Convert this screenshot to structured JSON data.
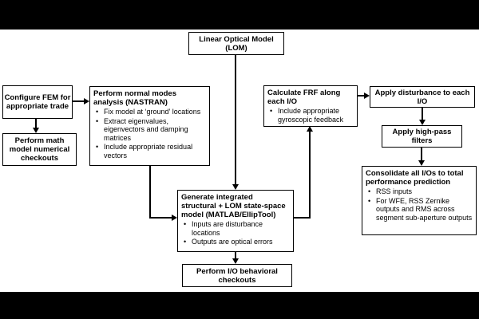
{
  "diagram": {
    "type": "flowchart",
    "background": "#ffffff",
    "letterbox_color": "#000000",
    "line_color": "#000000",
    "boxes": {
      "lom": {
        "title": "Linear Optical Model (LOM)"
      },
      "configure_fem": {
        "title": "Configure FEM for appropriate trade"
      },
      "math_checkouts": {
        "title": "Perform math model numerical checkouts"
      },
      "normal_modes": {
        "title": "Perform normal modes analysis (NASTRAN)",
        "bullets": [
          "Fix model at ‘ground’ locations",
          "Extract eigenvalues, eigenvectors and damping matrices",
          "Include appropriate residual vectors"
        ]
      },
      "calc_frf": {
        "title": "Calculate FRF along each I/O",
        "bullets": [
          "Include appropriate gyroscopic feedback"
        ]
      },
      "apply_disturbance": {
        "title": "Apply disturbance to each I/O"
      },
      "high_pass": {
        "title": "Apply high-pass filters"
      },
      "consolidate": {
        "title": "Consolidate all I/Os to total performance prediction",
        "bullets": [
          "RSS inputs",
          "For WFE, RSS Zernike outputs and RMS across segment sub-aperture outputs"
        ]
      },
      "state_space": {
        "title": "Generate integrated structural + LOM state-space model (MATLAB/EllipTool)",
        "bullets": [
          "Inputs are disturbance locations",
          "Outputs are optical errors"
        ]
      },
      "io_checkouts": {
        "title": "Perform I/O behavioral checkouts"
      }
    },
    "edges": [
      {
        "from": "lom",
        "to": "state_space"
      },
      {
        "from": "configure_fem",
        "to": "normal_modes"
      },
      {
        "from": "configure_fem",
        "to": "math_checkouts"
      },
      {
        "from": "normal_modes",
        "to": "state_space"
      },
      {
        "from": "state_space",
        "to": "calc_frf"
      },
      {
        "from": "calc_frf",
        "to": "apply_disturbance"
      },
      {
        "from": "apply_disturbance",
        "to": "high_pass"
      },
      {
        "from": "high_pass",
        "to": "consolidate"
      },
      {
        "from": "state_space",
        "to": "io_checkouts"
      }
    ]
  }
}
